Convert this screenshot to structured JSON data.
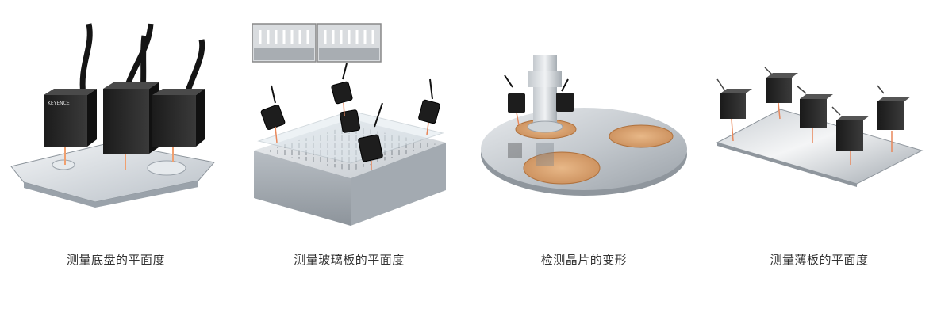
{
  "panels": [
    {
      "caption": "测量底盘的平面度",
      "sensor_brand": "KEYENCE"
    },
    {
      "caption": "测量玻璃板的平面度"
    },
    {
      "caption": "检测晶片的变形"
    },
    {
      "caption": "测量薄板的平面度"
    }
  ]
}
